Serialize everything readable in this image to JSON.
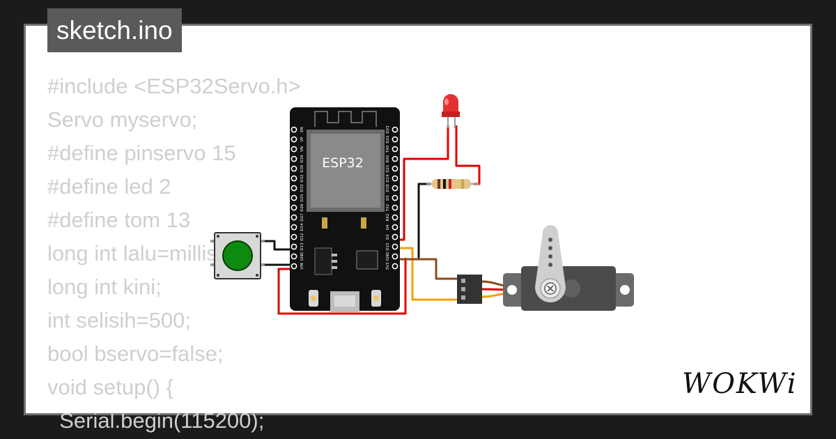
{
  "tab": {
    "filename": "sketch.ino"
  },
  "code_lines": [
    "#include <ESP32Servo.h>",
    "Servo myservo;",
    "#define pinservo 15",
    "#define led 2",
    "#define tom 13",
    "long int lalu=millis();",
    "long int kini;",
    "int selisih=500;",
    "bool bservo=false;",
    "void setup() {",
    "  Serial.begin(115200);"
  ],
  "board": {
    "chip_label": "ESP32",
    "left_pins": [
      "EN",
      "VP",
      "VN",
      "D34",
      "D35",
      "D32",
      "D33",
      "D25",
      "D26",
      "D27",
      "D14",
      "D12",
      "D13",
      "GND",
      "VIN"
    ],
    "right_pins": [
      "D23",
      "D22",
      "TX0",
      "RX0",
      "D21",
      "D19",
      "D18",
      "D5",
      "TX2",
      "RX2",
      "D4",
      "D2",
      "D15",
      "GND",
      "3V3"
    ]
  },
  "colors": {
    "background": "#1b1b1b",
    "card": "#ffffff",
    "card_border": "#6e6e6e",
    "tab": "#5a5a5a",
    "code_text": "#cfcfcf",
    "wire_red": "#e00000",
    "wire_black": "#111111",
    "wire_orange": "#f5a000",
    "wire_brown": "#8b4a1c",
    "button_green": "#0f8a10",
    "led_red": "#e53030"
  },
  "brand": {
    "name": "WOKWi"
  }
}
